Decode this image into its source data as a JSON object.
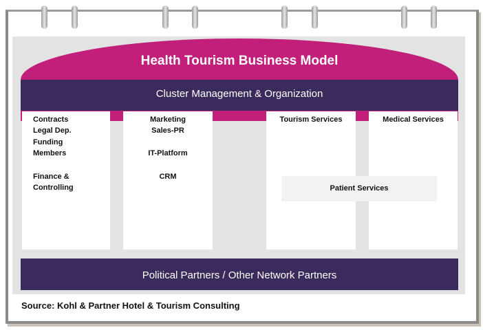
{
  "title": "Health Tourism Business Model",
  "top_bar": "Cluster Management & Organization",
  "columns": {
    "admin": [
      "Contracts",
      "Legal Dep.",
      "Funding",
      "Members",
      "Finance &",
      "Controlling"
    ],
    "marketing": [
      "Marketing",
      "Sales-PR",
      "IT-Platform",
      "CRM"
    ],
    "tourism": "Tourism Services",
    "medical": "Medical Services"
  },
  "patient_services": "Patient Services",
  "bottom_bar": "Political Partners / Other Network Partners",
  "source": "Source: Kohl & Partner Hotel & Tourism Consulting",
  "colors": {
    "magenta": "#c21f7a",
    "purple": "#3b2a5c",
    "panel": "#e3e3e3"
  }
}
